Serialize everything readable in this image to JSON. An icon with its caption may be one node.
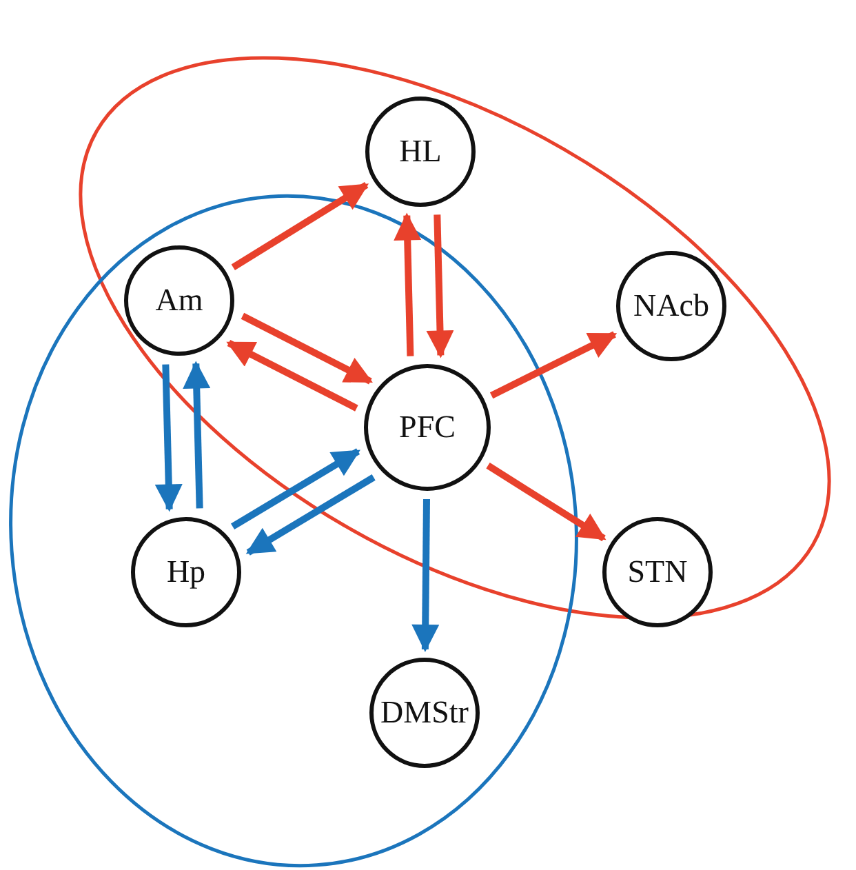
{
  "diagram": {
    "nodes": [
      {
        "text": [
          "HL"
        ]
      },
      {
        "text": [
          "Am"
        ]
      },
      {
        "text": [
          "NAcb"
        ]
      },
      {
        "text": [
          "PFC"
        ]
      },
      {
        "text": [
          "Hp"
        ]
      },
      {
        "text": [
          "STN"
        ]
      },
      {
        "text": [
          "DMStr"
        ]
      }
    ],
    "edges": [
      {
        "from": 1,
        "to": 0,
        "arrow": "to"
      },
      {
        "from": 0,
        "to": 3,
        "arrow": "to"
      },
      {
        "from": 3,
        "to": 0,
        "arrow": "to"
      },
      {
        "from": 3,
        "to": 1,
        "arrow": "to"
      },
      {
        "from": 1,
        "to": 3,
        "arrow": "to"
      },
      {
        "from": 3,
        "to": 2,
        "arrow": "to"
      },
      {
        "from": 3,
        "to": 5,
        "arrow": "to"
      },
      {
        "from": 1,
        "to": 4,
        "arrow": "to",
        "color": "#1b75bc"
      },
      {
        "from": 4,
        "to": 1,
        "arrow": "to",
        "color": "#1b75bc"
      },
      {
        "from": 3,
        "to": 4,
        "arrow": "to",
        "color": "#1b75bc"
      },
      {
        "from": 4,
        "to": 3,
        "arrow": "to",
        "color": "#1b75bc"
      },
      {
        "from": 3,
        "to": 6,
        "arrow": "to",
        "color": "#1b75bc"
      }
    ]
  }
}
